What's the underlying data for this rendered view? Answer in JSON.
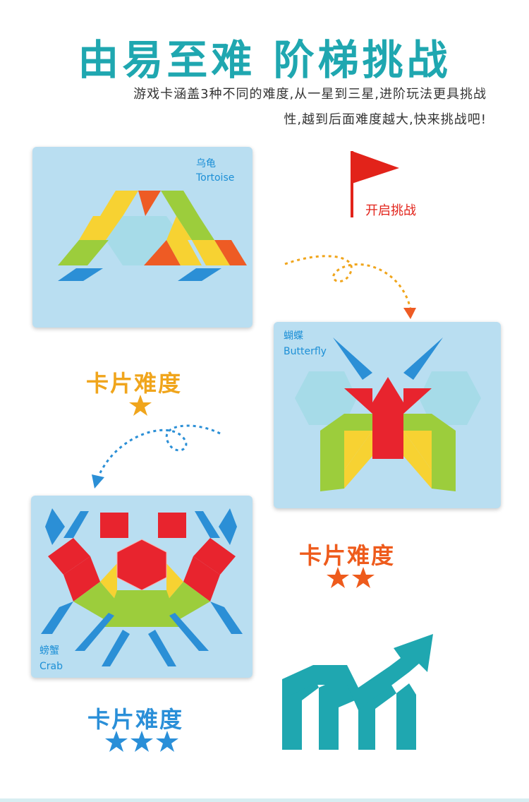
{
  "title": "由易至难 阶梯挑战",
  "description": {
    "line1": "游戏卡涵盖3种不同的难度,从一星到三星,进阶玩法更具挑战",
    "line2": "性,越到后面难度越大,快来挑战吧!"
  },
  "flag": {
    "label": "开启挑战",
    "color": "#e2231a"
  },
  "cards": [
    {
      "name_cn": "乌龟",
      "name_en": "Tortoise"
    },
    {
      "name_cn": "蝴蝶",
      "name_en": "Butterfly"
    },
    {
      "name_cn": "螃蟹",
      "name_en": "Crab"
    }
  ],
  "difficulty": [
    {
      "label": "卡片难度",
      "stars": 1,
      "color": "#f0a51c"
    },
    {
      "label": "卡片难度",
      "stars": 2,
      "color": "#ee5b1c"
    },
    {
      "label": "卡片难度",
      "stars": 3,
      "color": "#2a8fd8"
    }
  ],
  "icons": [
    "flag-icon",
    "dotted-arrow-icon",
    "growth-chart-icon",
    "star-icon"
  ],
  "colors": {
    "accent": "#1fa7b0",
    "card": "#b9def1"
  }
}
